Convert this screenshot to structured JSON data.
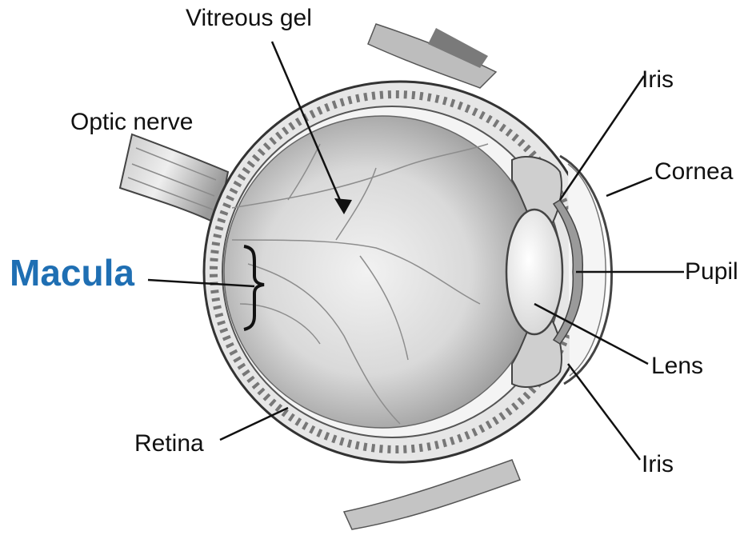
{
  "labels": {
    "vitreous_gel": "Vitreous gel",
    "optic_nerve": "Optic nerve",
    "iris_top": "Iris",
    "cornea": "Cornea",
    "macula": "Macula",
    "pupil": "Pupil",
    "lens": "Lens",
    "retina": "Retina",
    "iris_bottom": "Iris"
  },
  "colors": {
    "macula_label": "#1f6fb3",
    "label_text": "#111111",
    "leader_line": "#111111"
  }
}
